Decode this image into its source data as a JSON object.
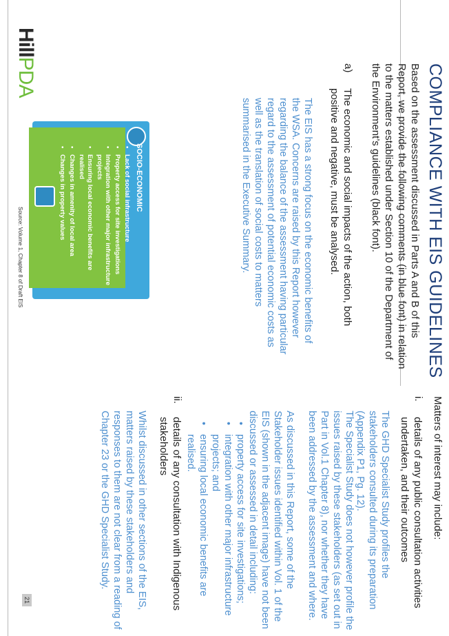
{
  "title": "COMPLIANCE WITH EIS GUIDELINES",
  "intro": "Based on the assessment discussed in Parts A and B of this Report, we provide the following comments (in blue font) in relation to the matters established under Section 10 of the Department of the Environment’s guidelines (black font).",
  "item_a": {
    "num": "a)",
    "text": "The economic and social impacts of the action, both positive and negative, must be analysed.",
    "comment": "The EIS has a strong focus on the economic benefits of the WSA. Concerns are raised by this Report however regarding the balance of the assessment having particular regard to the assessment of potential economic costs as well as the translation of social costs to matters summarised in the Executive Summary."
  },
  "infographic": {
    "heading": "SOCIO-ECONOMIC",
    "items": [
      "Lack of social infrastructure",
      "Property access for site investigations",
      "Integration with other major infrastructure projects",
      "Ensuring local economic benefits are realised",
      "Changes in amenity of local area",
      "Changes in property values"
    ],
    "source": "Source: Volume 1, Chapter 8 of Draft EIS"
  },
  "right": {
    "heading": "Matters of interest may include:",
    "item_i": {
      "num": "i.",
      "text": "details of any public consultation activities undertaken, and their outcomes",
      "comment1": "The GHD Specialist Study profiles the stakeholders consulted during its preparation (Appendix P1, Pg. 12).",
      "comment2": "The Specialist Study does not however profile the issues raised by these stakeholders (as set out in Part in Vol.1 Chapter 8), nor whether they have been addressed by the assessment and where.",
      "comment3": "As discussed in this Report, some of the Stakeholder issues identified within Vol. 1 of the EIS (shown in the adjacent image) have not been discussed or assessed in detail including:",
      "bullets": [
        "property access for site investigations;",
        "integration with other major infrastructure projects; and",
        "ensuring local economic benefits are realised."
      ]
    },
    "item_ii": {
      "num": "ii.",
      "text": "details of any consultation with Indigenous stakeholders",
      "comment": "Whilst discussed in other sections of the EIS, matters raised by these stakeholders and responses to them are not clear from a reading of Chapter 23 or the GHD Specialist Study."
    }
  },
  "logo": {
    "hill": "Hill",
    "pda": "PDA"
  },
  "page_number": "21",
  "colors": {
    "title": "#1f3f7a",
    "comment_blue": "#4d8fcf",
    "panel_blue": "#3fa8dc",
    "logo_green": "#6fbe3d"
  }
}
